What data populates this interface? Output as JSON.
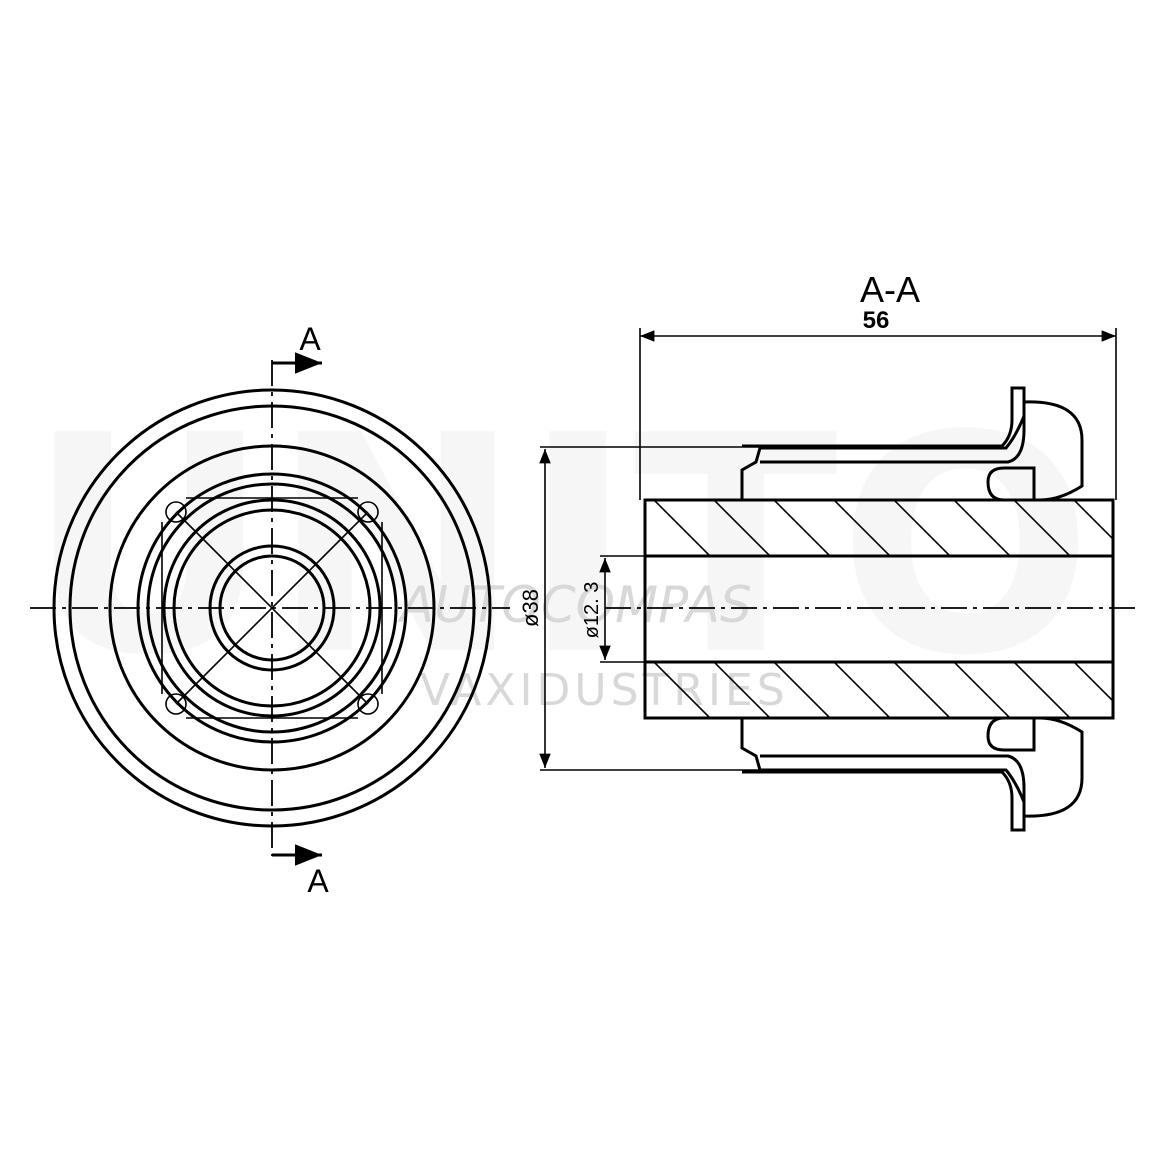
{
  "section_title": "A-A",
  "section_markers": {
    "top": "A",
    "bottom": "A"
  },
  "dimensions": {
    "length": "56",
    "outer_diameter": "ø38",
    "inner_diameter": "ø12. 3"
  },
  "watermark": {
    "logo": "UNITO",
    "brand": "AUTOCOMPAS",
    "sub": "VAXIDUSTRIES"
  }
}
